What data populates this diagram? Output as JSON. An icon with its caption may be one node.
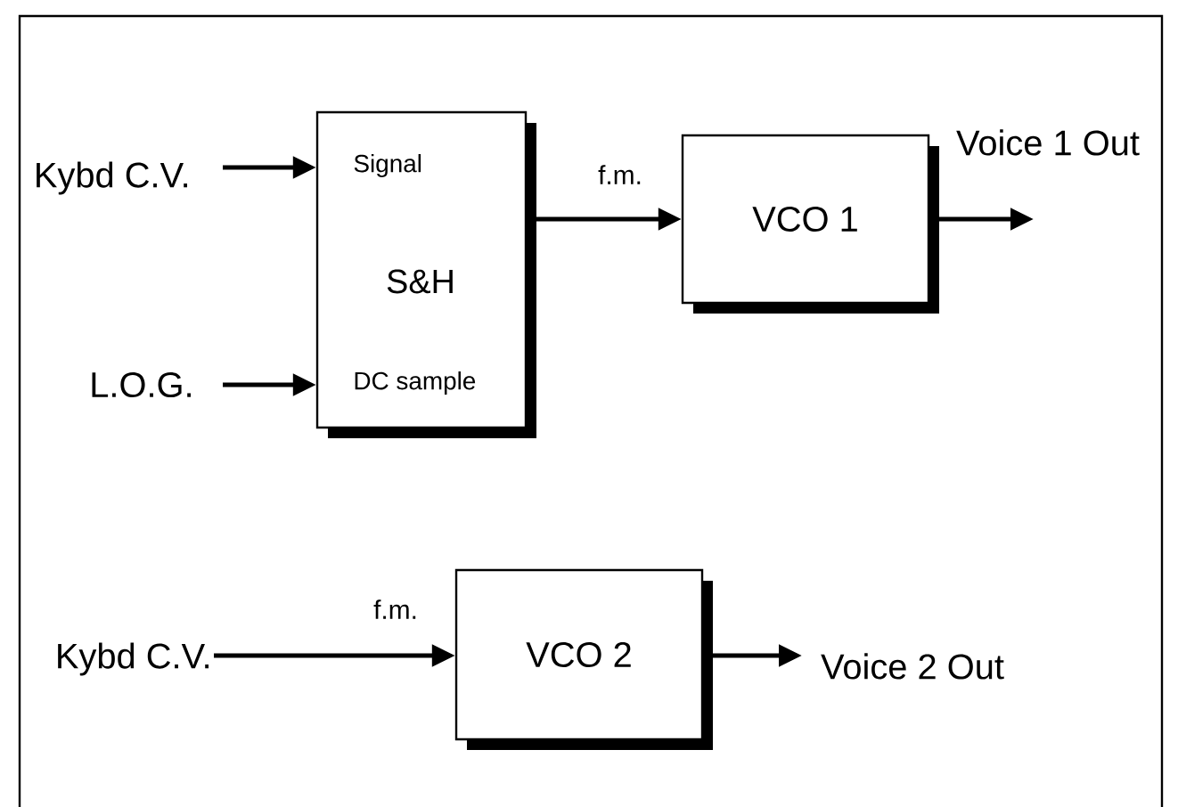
{
  "diagram": {
    "nodes": [
      {
        "text": [
          "Kybd C.V."
        ]
      },
      {
        "text": [
          "L.O.G."
        ]
      },
      {
        "text": [
          "Signal",
          "S&H",
          "DC sample"
        ]
      },
      {
        "text": [
          "VCO 1"
        ]
      },
      {
        "text": [
          "Voice 1 Out"
        ]
      },
      {
        "text": [
          "Kybd C.V."
        ]
      },
      {
        "text": [
          "VCO 2"
        ]
      },
      {
        "text": [
          "Voice 2 Out"
        ]
      }
    ],
    "edges": [
      {
        "from": 0,
        "to": 2,
        "arrow": "to"
      },
      {
        "from": 1,
        "to": 2,
        "arrow": "to"
      },
      {
        "from": 2,
        "to": 3,
        "arrow": "to",
        "label": "f.m."
      },
      {
        "from": 3,
        "to": 4,
        "arrow": "to"
      },
      {
        "from": 5,
        "to": 6,
        "arrow": "to",
        "label": "f.m."
      },
      {
        "from": 6,
        "to": 7,
        "arrow": "to"
      }
    ]
  }
}
